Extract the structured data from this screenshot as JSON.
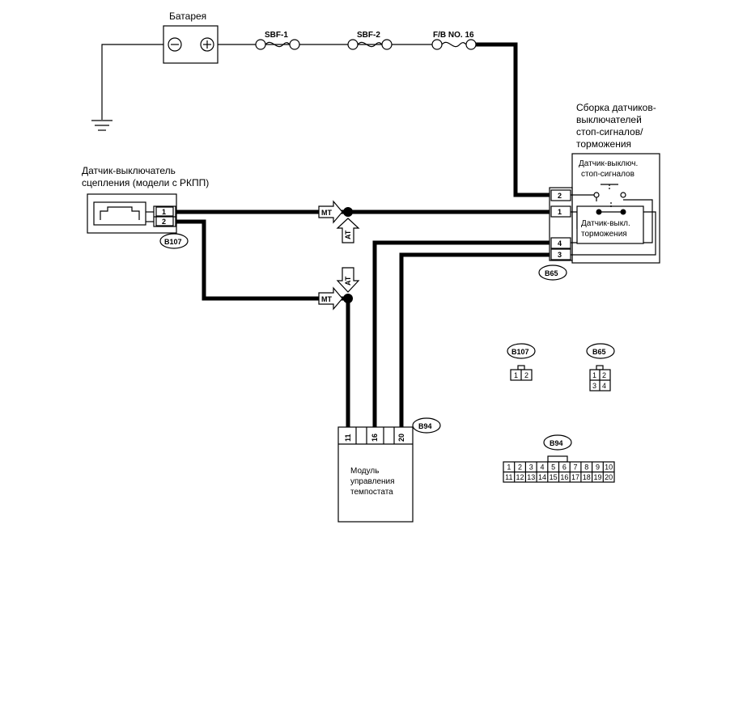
{
  "labels": {
    "battery": "Батарея",
    "fuse1": "SBF-1",
    "fuse2": "SBF-2",
    "fuse3": "F/B NO. 16",
    "clutch_line1": "Датчик-выключатель",
    "clutch_line2": "сцепления (модели с РКПП)",
    "assembly_line1": "Сборка датчиков-",
    "assembly_line2": "выключателей",
    "assembly_line3": "стоп-сигналов/",
    "assembly_line4": "торможения",
    "stop_line1": "Датчик-выключ.",
    "stop_line2": "стоп-сигналов",
    "brake_line1": "Датчик-выкл.",
    "brake_line2": "торможения",
    "module_line1": "Модуль",
    "module_line2": "управления",
    "module_line3": "темпостата",
    "mt1": "MT",
    "mt2": "MT",
    "at1": "AT",
    "at2": "AT"
  },
  "connectors": {
    "b107": "B107",
    "b65": "B65",
    "b94": "B94",
    "b107_key": "B107",
    "b65_key": "B65",
    "b94_key": "B94"
  },
  "pins": {
    "b107": [
      "1",
      "2"
    ],
    "b65": [
      "2",
      "1",
      "4",
      "3"
    ],
    "b94": [
      "11",
      "16",
      "20"
    ]
  },
  "keys": {
    "b107": [
      "1",
      "2"
    ],
    "b65": [
      "1",
      "2",
      "3",
      "4"
    ],
    "b94_row1": [
      "1",
      "2",
      "3",
      "4",
      "5",
      "6",
      "7",
      "8",
      "9",
      "10"
    ],
    "b94_row2": [
      "11",
      "12",
      "13",
      "14",
      "15",
      "16",
      "17",
      "18",
      "19",
      "20"
    ]
  }
}
